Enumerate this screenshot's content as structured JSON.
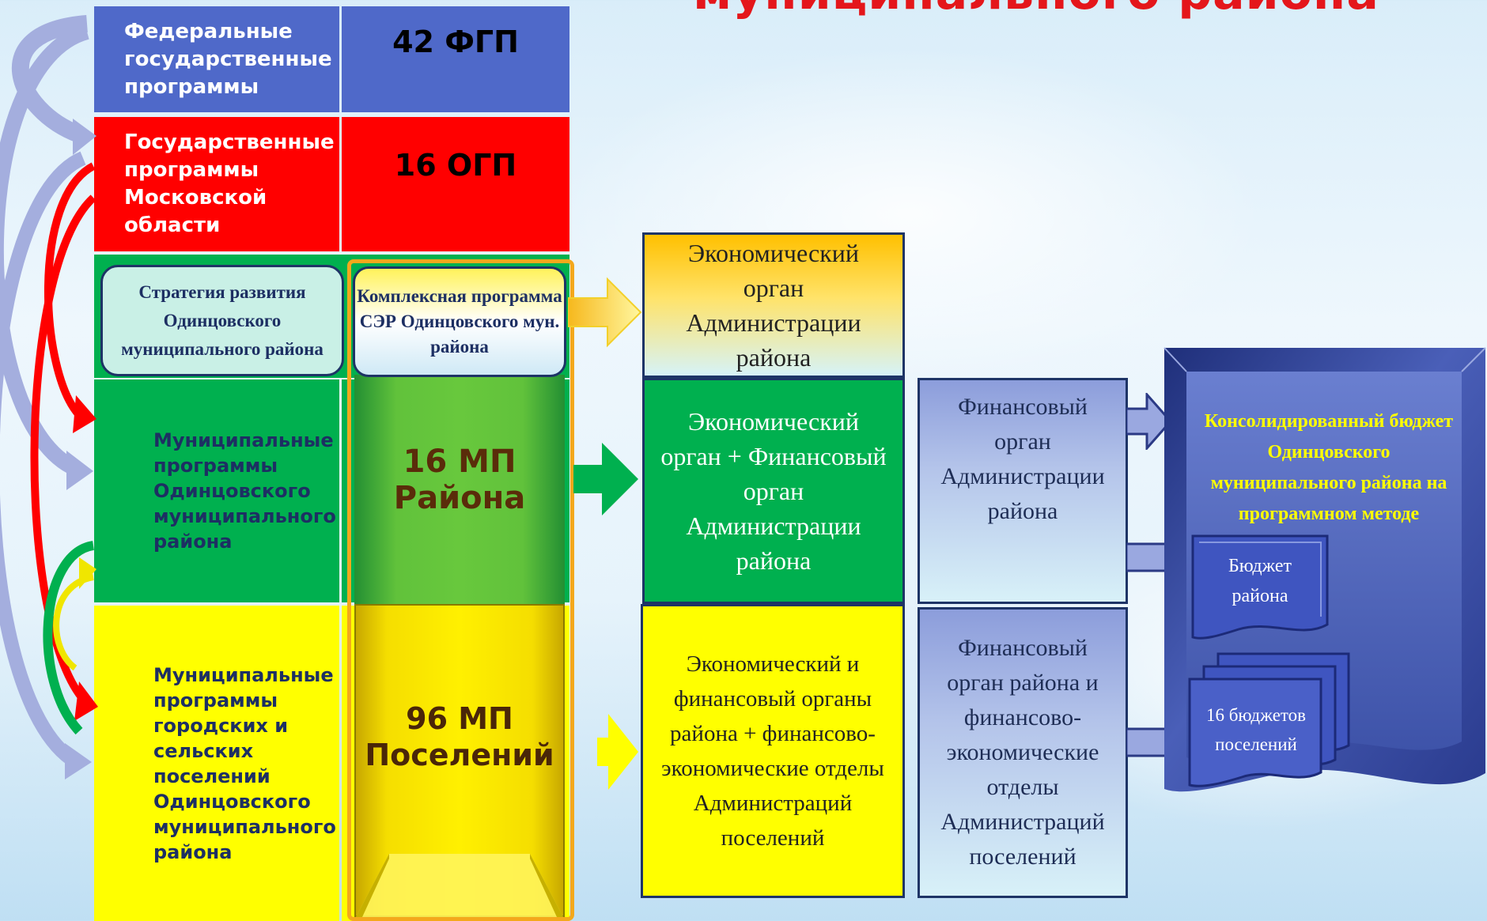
{
  "title": "муниципального района",
  "rows": {
    "federal": {
      "label": "Федеральные государственные программы",
      "count": "42 ФГП"
    },
    "regional": {
      "label": "Государственные программы Московской области",
      "count": "16 ОГП"
    },
    "municipal": {
      "label": "Муниципальные программы Одинцовского муниципального района",
      "count": "16 МП Района"
    },
    "settlement": {
      "label": "Муниципальные программы городских и сельских поселений Одинцовского муниципального района",
      "count": "96 МП Поселений"
    }
  },
  "strategy": "Стратегия развития Одинцовского муниципального района",
  "complex_program": "Комплексная программа СЭР Одинцовского мун. района",
  "economic_body": "Экономический орган Администрации района",
  "economic_financial_body": "Экономический орган + Финансовый орган Администрации района",
  "settlement_bodies": "Экономический и финансовый органы района + финансово-экономические отделы Администраций поселений",
  "financial_body": "Финансовый орган Администрации района",
  "financial_settlement": "Финансовый орган района и финансово-экономические отделы Администраций поселений",
  "consolidated_budget": "Консолидированный бюджет Одинцовского муниципального района на программном методе",
  "district_budget": "Бюджет района",
  "settlement_budgets": "16 бюджетов поселений",
  "colors": {
    "federal": "#4f69c9",
    "regional": "#ff0000",
    "municipal": "#00b04f",
    "settlement": "#ffff00",
    "title": "#e4161b",
    "consolidated": "#ffff00"
  }
}
